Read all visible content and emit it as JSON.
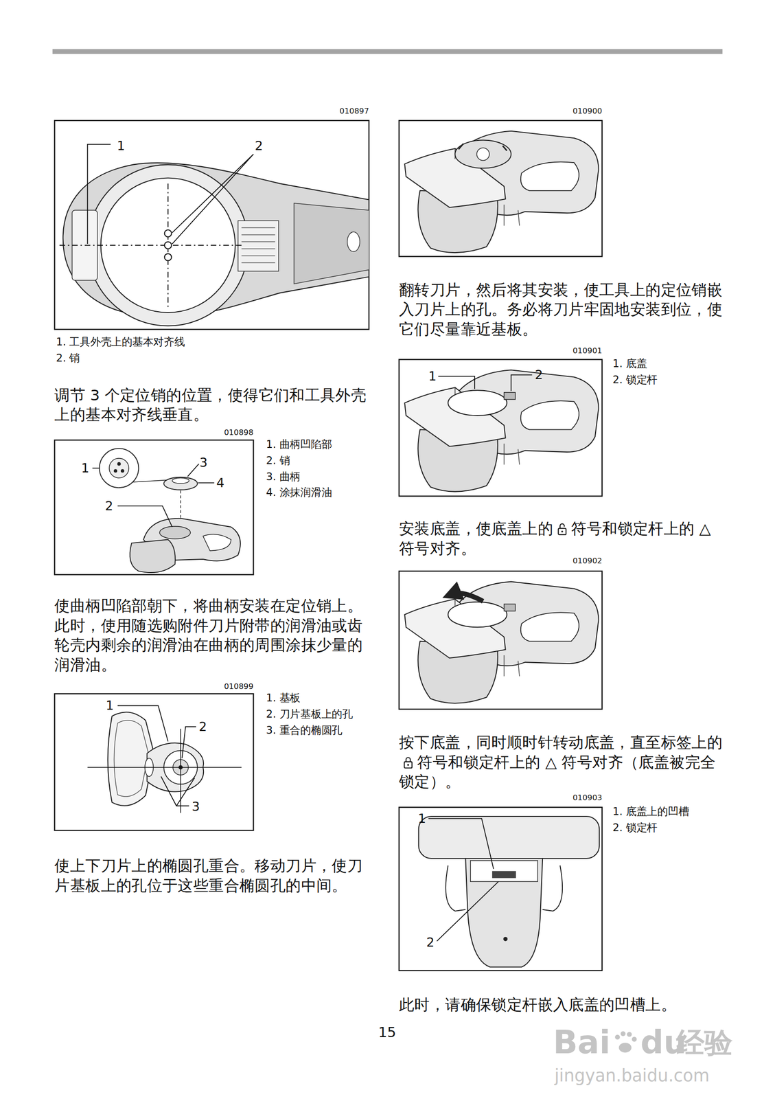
{
  "diagram": {
    "labels": [
      "010897",
      "1",
      "2",
      "1. 工具外壳上的基本对齐线",
      "2. 销",
      "调节 3 个定位销的位置，使得它们和工具外壳上的基本对齐线垂直。",
      "010898",
      "1",
      "3",
      "4",
      "2",
      "1. 曲柄凹陷部",
      "2. 销",
      "3. 曲柄",
      "4. 涂抹润滑油",
      "使曲柄凹陷部朝下，将曲柄安装在定位销上。此时，使用随选购附件刀片附带的润滑油或齿轮壳内剩余的润滑油在曲柄的周围涂抹少量的润滑油。",
      "010899",
      "1",
      "2",
      "3",
      "1. 基板",
      "2. 刀片基板上的孔",
      "3. 重合的椭圆孔",
      "使上下刀片上的椭圆孔重合。移动刀片，使刀片基板上的孔位于这些重合椭圆孔的中间。",
      "010900",
      "翻转刀片，然后将其安装，使工具上的定位销嵌入刀片上的孔。务必将刀片牢固地安装到位，使它们尽量靠近基板。",
      "010901",
      "1",
      "2",
      "1. 底盖",
      "2. 锁定杆",
      "安装底盖，使底盖上的",
      "符号和锁定杆上的 △ 符号对齐。",
      "010902",
      "按下底盖，同时顺时针转动底盖，直至标签上的",
      "符号和锁定杆上的 △ 符号对齐（底盖被完全锁定）。",
      "010903",
      "1",
      "2",
      "1. 底盖上的凹槽",
      "2. 锁定杆",
      "此时，请确保锁定杆嵌入底盖的凹槽上。",
      "15",
      "Bai",
      "du",
      "经验",
      "jingyan.baidu.com"
    ]
  }
}
